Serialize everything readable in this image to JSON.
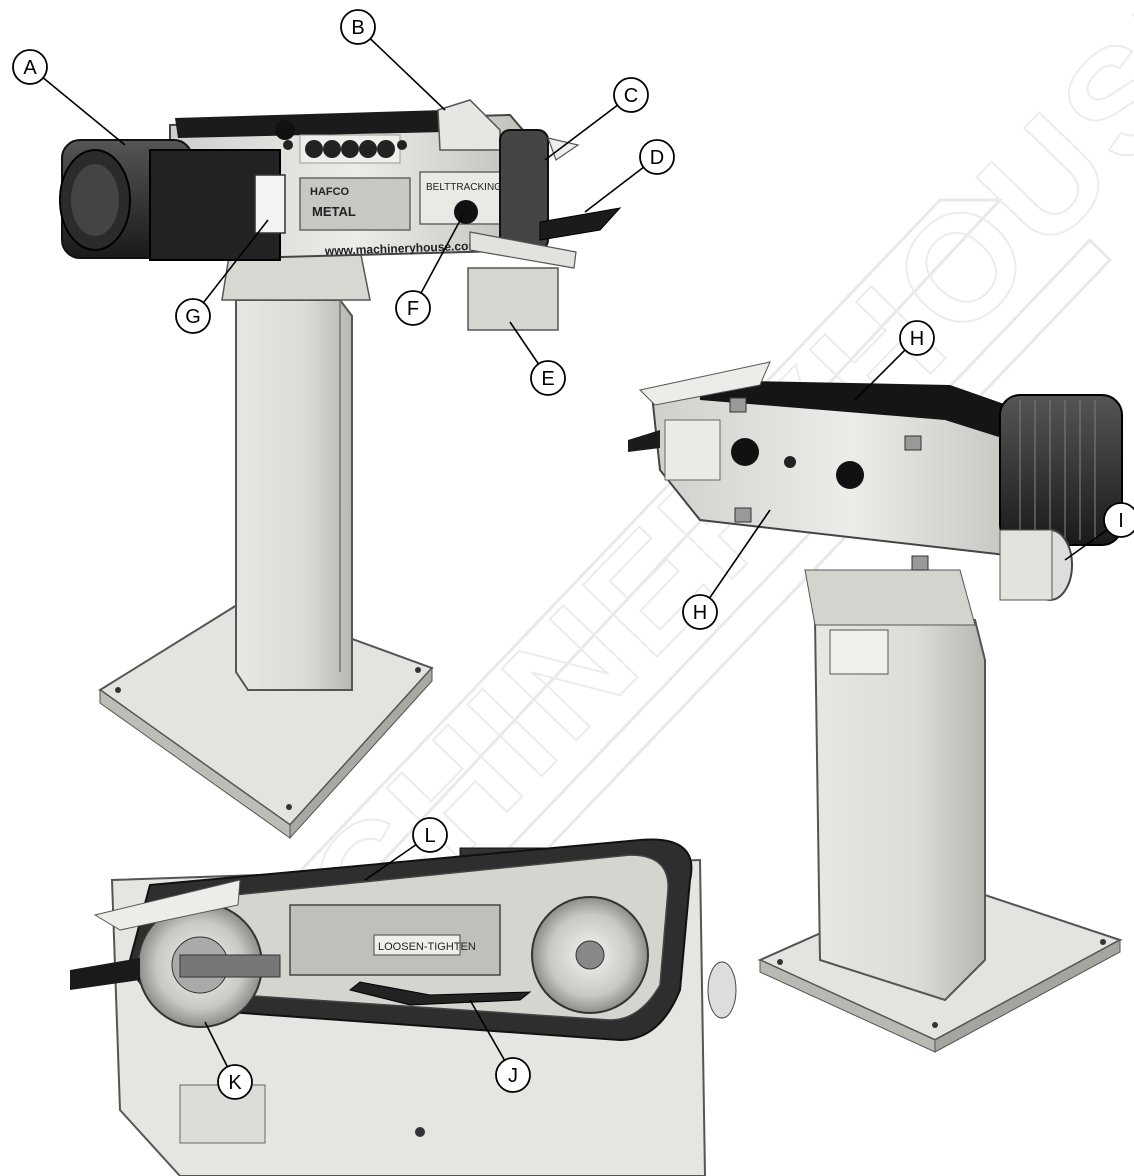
{
  "watermark": "MACHINERYHOUSE",
  "labels": {
    "website": "www.machineryhouse.com.au",
    "belt_tracking": "BELTTRACKING",
    "loosen_tighten": "LOOSEN-TIGHTEN",
    "brand_plate": "METAL",
    "brand_logo": "HAFCO"
  },
  "callouts": [
    {
      "id": "A",
      "letter": "A"
    },
    {
      "id": "B",
      "letter": "B"
    },
    {
      "id": "C",
      "letter": "C"
    },
    {
      "id": "D",
      "letter": "D"
    },
    {
      "id": "E",
      "letter": "E"
    },
    {
      "id": "F",
      "letter": "F"
    },
    {
      "id": "G",
      "letter": "G"
    },
    {
      "id": "H1",
      "letter": "H"
    },
    {
      "id": "H2",
      "letter": "H"
    },
    {
      "id": "I",
      "letter": "I"
    },
    {
      "id": "J",
      "letter": "J"
    },
    {
      "id": "K",
      "letter": "K"
    },
    {
      "id": "L",
      "letter": "L"
    }
  ]
}
